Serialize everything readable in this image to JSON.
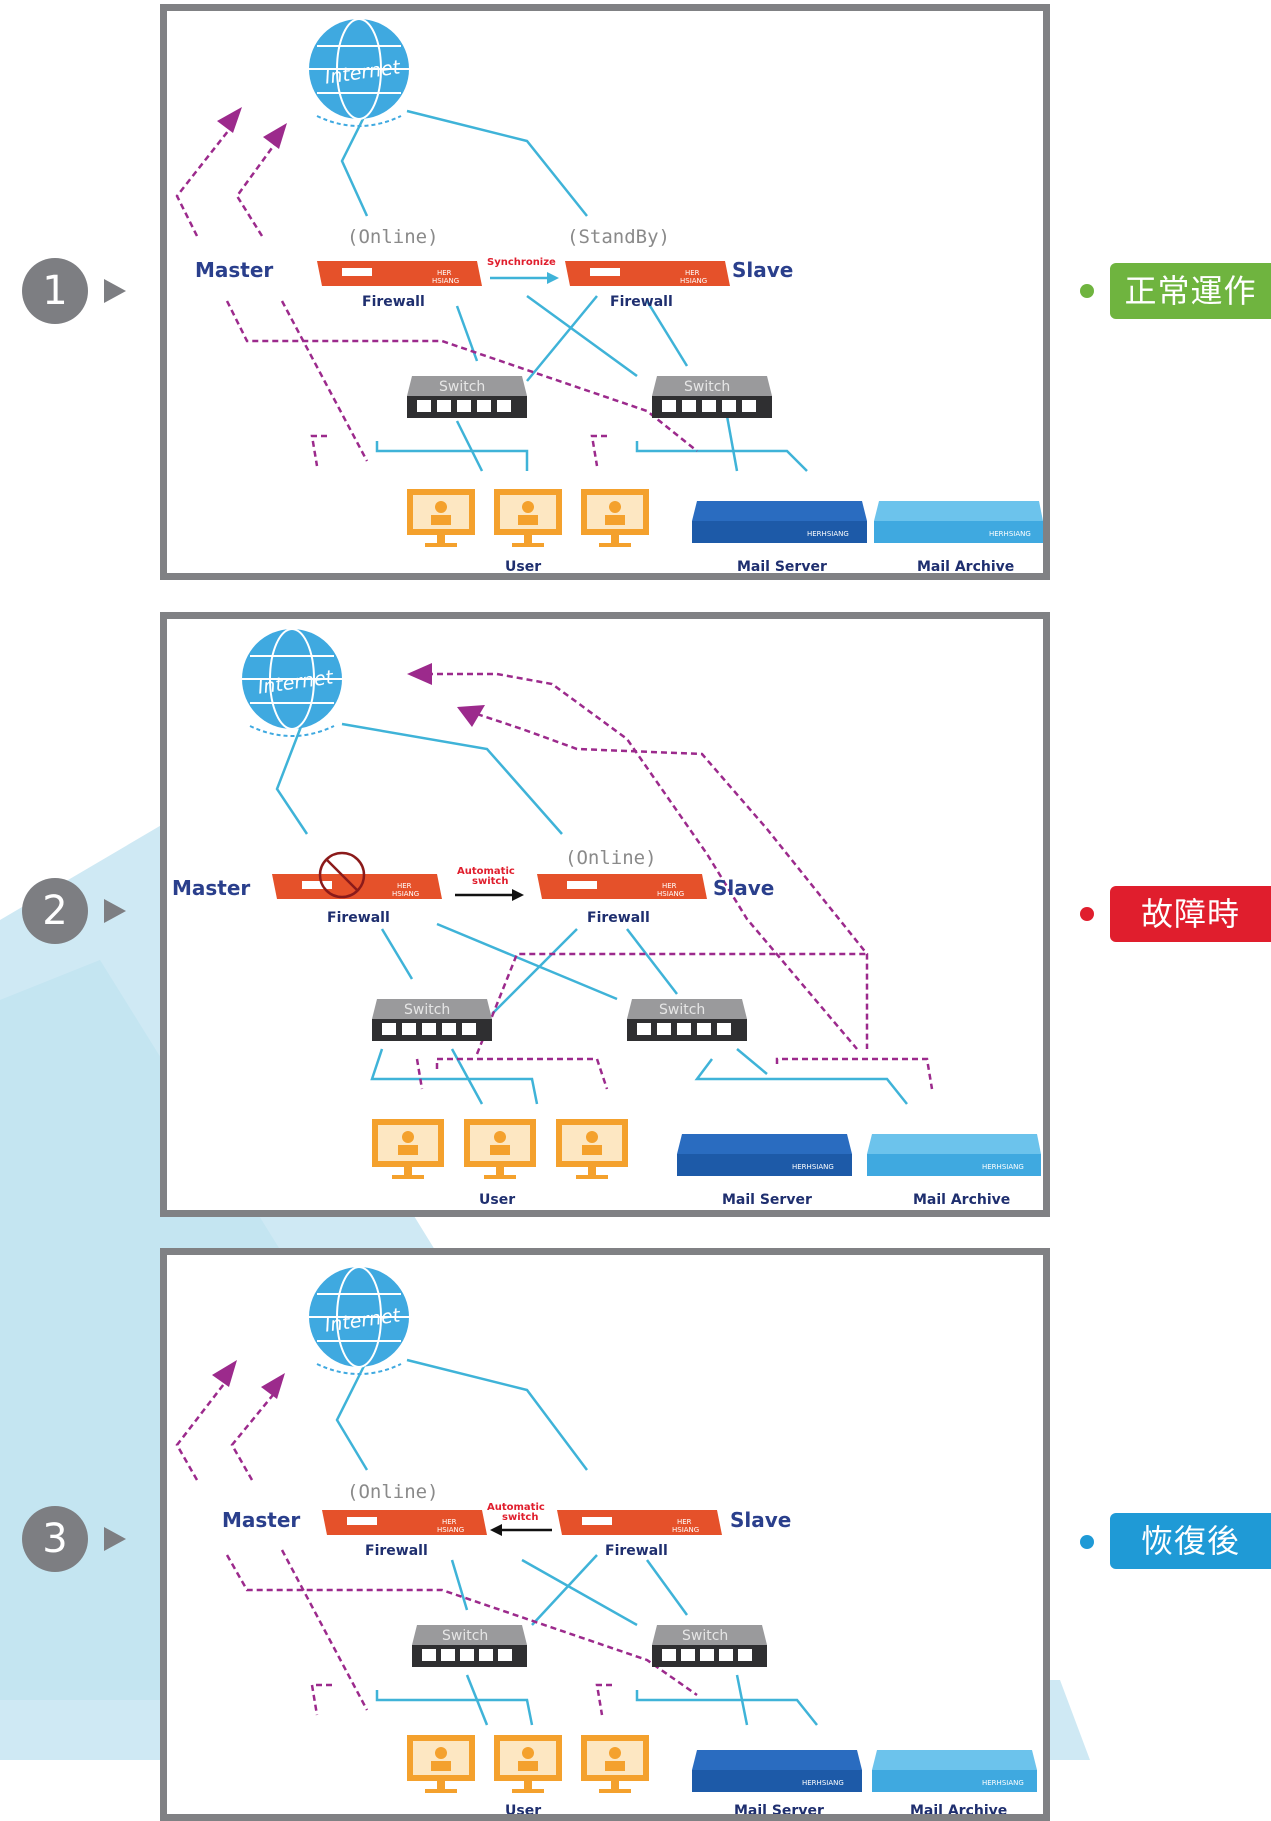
{
  "colors": {
    "link": "#3fb3d8",
    "flow": "#9c2a8c",
    "firewall": "#e5512a",
    "switch": "#3b3b3d",
    "user": "#f4a12d",
    "mail_server": "#1d5aa8",
    "mail_archive": "#3fa9e0",
    "frame": "#808184",
    "label": "#2a3f8c",
    "normal": "#6fb43f",
    "fault": "#e01e2d",
    "recovered": "#1f9ad6",
    "background_band": "#cce9f4"
  },
  "labels": {
    "internet": "Internet",
    "master": "Master",
    "slave": "Slave",
    "firewall": "Firewall",
    "switch": "Switch",
    "user": "User",
    "mail_server": "Mail Server",
    "mail_archive": "Mail Archive",
    "online": "(Online)",
    "standby": "(StandBy)",
    "synchronize": "Synchronize",
    "automatic": "Automatic",
    "switch_word": "switch",
    "fw_brand_1": "HER",
    "fw_brand_2": "HSIANG",
    "dev_brand": "HERHSIANG"
  },
  "panels": [
    {
      "step": "1",
      "status": "正常運作",
      "status_color": "#6fb43f"
    },
    {
      "step": "2",
      "status": "故障時",
      "status_color": "#e01e2d"
    },
    {
      "step": "3",
      "status": "恢復後",
      "status_color": "#1f9ad6"
    }
  ]
}
